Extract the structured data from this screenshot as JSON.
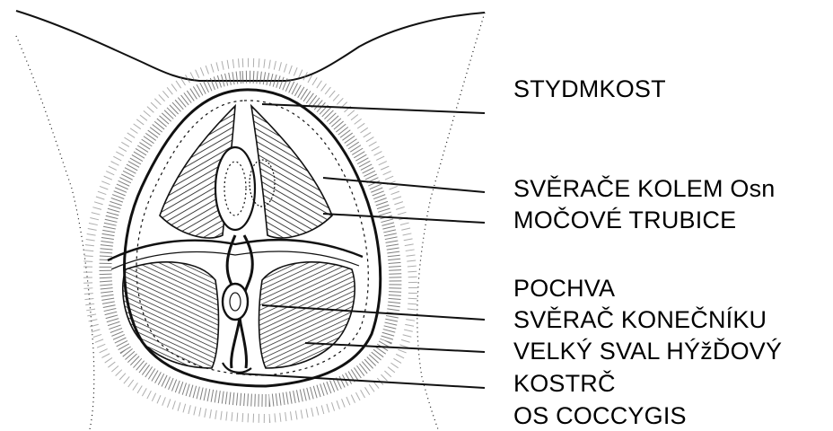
{
  "labels": [
    "STYDMKOST",
    "SVĚRAČE KOLEM Osn",
    "MOČOVÉ TRUBICE",
    "POCHVA",
    "SVĚRAČ KONEČNÍKU",
    "VELKÝ SVAL HÝžĎOVÝ",
    "KOSTRČ",
    "OS COCCYGIS"
  ]
}
